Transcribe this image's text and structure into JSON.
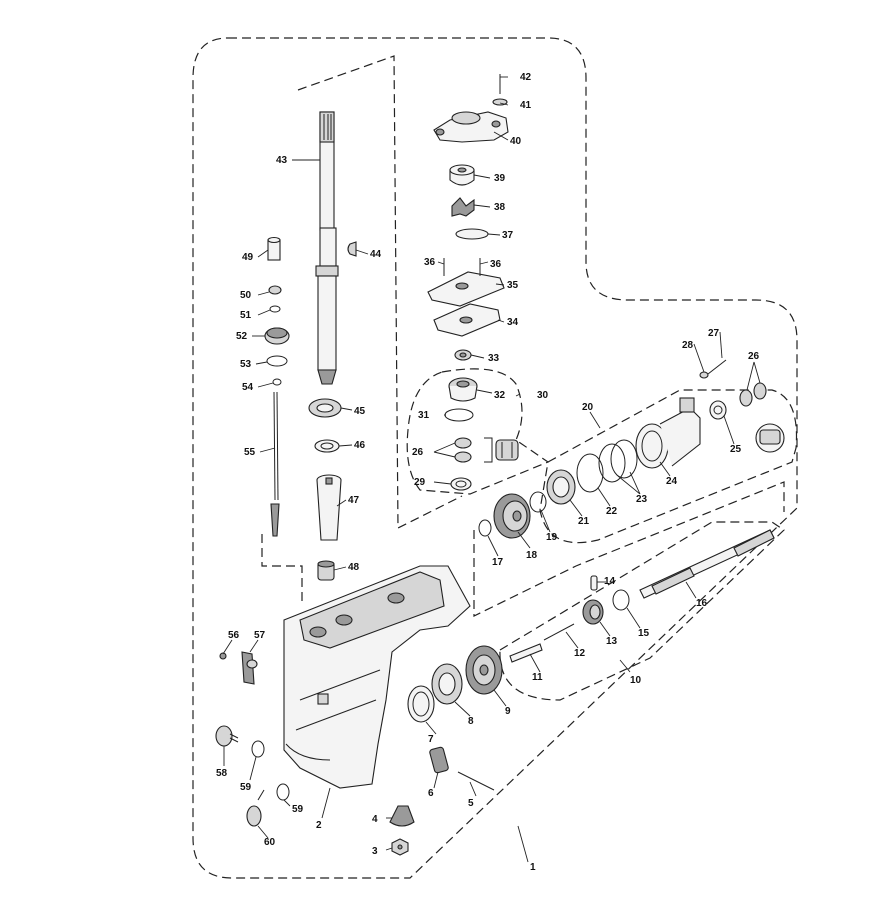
{
  "title": "",
  "callouts": {
    "n1": "1",
    "n2": "2",
    "n3": "3",
    "n4": "4",
    "n5": "5",
    "n6": "6",
    "n7": "7",
    "n8": "8",
    "n9": "9",
    "n10": "10",
    "n11": "11",
    "n12": "12",
    "n13": "13",
    "n14": "14",
    "n15": "15",
    "n16": "16",
    "n17": "17",
    "n18": "18",
    "n19": "19",
    "n20": "20",
    "n21": "21",
    "n22": "22",
    "n23": "23",
    "n24": "24",
    "n25": "25",
    "n26": "26",
    "n27": "27",
    "n28": "28",
    "n29": "29",
    "n30": "30",
    "n31": "31",
    "n32": "32",
    "n33": "33",
    "n34": "34",
    "n35": "35",
    "n36": "36",
    "n37": "37",
    "n38": "38",
    "n39": "39",
    "n40": "40",
    "n41": "41",
    "n42": "42",
    "n43": "43",
    "n44": "44",
    "n45": "45",
    "n46": "46",
    "n47": "47",
    "n48": "48",
    "n49": "49",
    "n50": "50",
    "n51": "51",
    "n52": "52",
    "n53": "53",
    "n54": "54",
    "n55": "55",
    "n56": "56",
    "n57": "57",
    "n58": "58",
    "n59": "59",
    "n60": "60"
  }
}
